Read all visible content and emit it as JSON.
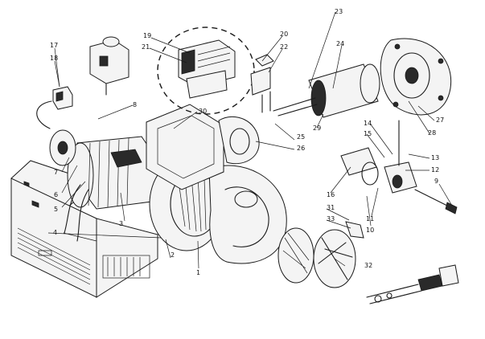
{
  "diagram": {
    "callouts": [
      "1",
      "2",
      "3",
      "4",
      "5",
      "6",
      "7",
      "8",
      "9",
      "10",
      "11",
      "12",
      "13",
      "14",
      "15",
      "16",
      "17",
      "18",
      "19",
      "20",
      "21",
      "22",
      "23",
      "24",
      "25",
      "26",
      "27",
      "28",
      "29",
      "30",
      "31",
      "32",
      "33"
    ]
  }
}
